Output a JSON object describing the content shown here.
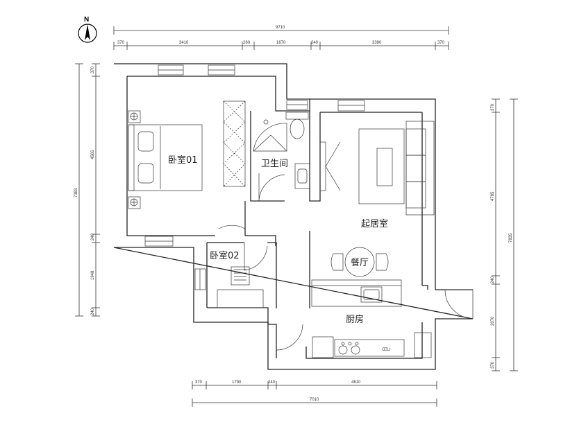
{
  "compass": {
    "label": "N"
  },
  "rooms": {
    "bedroom1": "卧室01",
    "bathroom": "卫生间",
    "living": "起居室",
    "bedroom2": "卧室02",
    "dining": "餐厅",
    "kitchen": "厨房"
  },
  "appliance": {
    "led": "LED"
  },
  "dims_top": {
    "total": "9710",
    "segments": [
      "370",
      "3410",
      "260",
      "1670",
      "240",
      "3390",
      "370"
    ]
  },
  "dims_bottom": {
    "total": "7010",
    "segments": [
      "370",
      "1790",
      "240",
      "4610"
    ]
  },
  "dims_left": {
    "total": "7383",
    "segments": [
      "370",
      "4565",
      "240",
      "1948",
      "240"
    ]
  },
  "dims_right": {
    "total": "7835",
    "segments": [
      "370",
      "4785",
      "240",
      "2070",
      "370"
    ]
  }
}
